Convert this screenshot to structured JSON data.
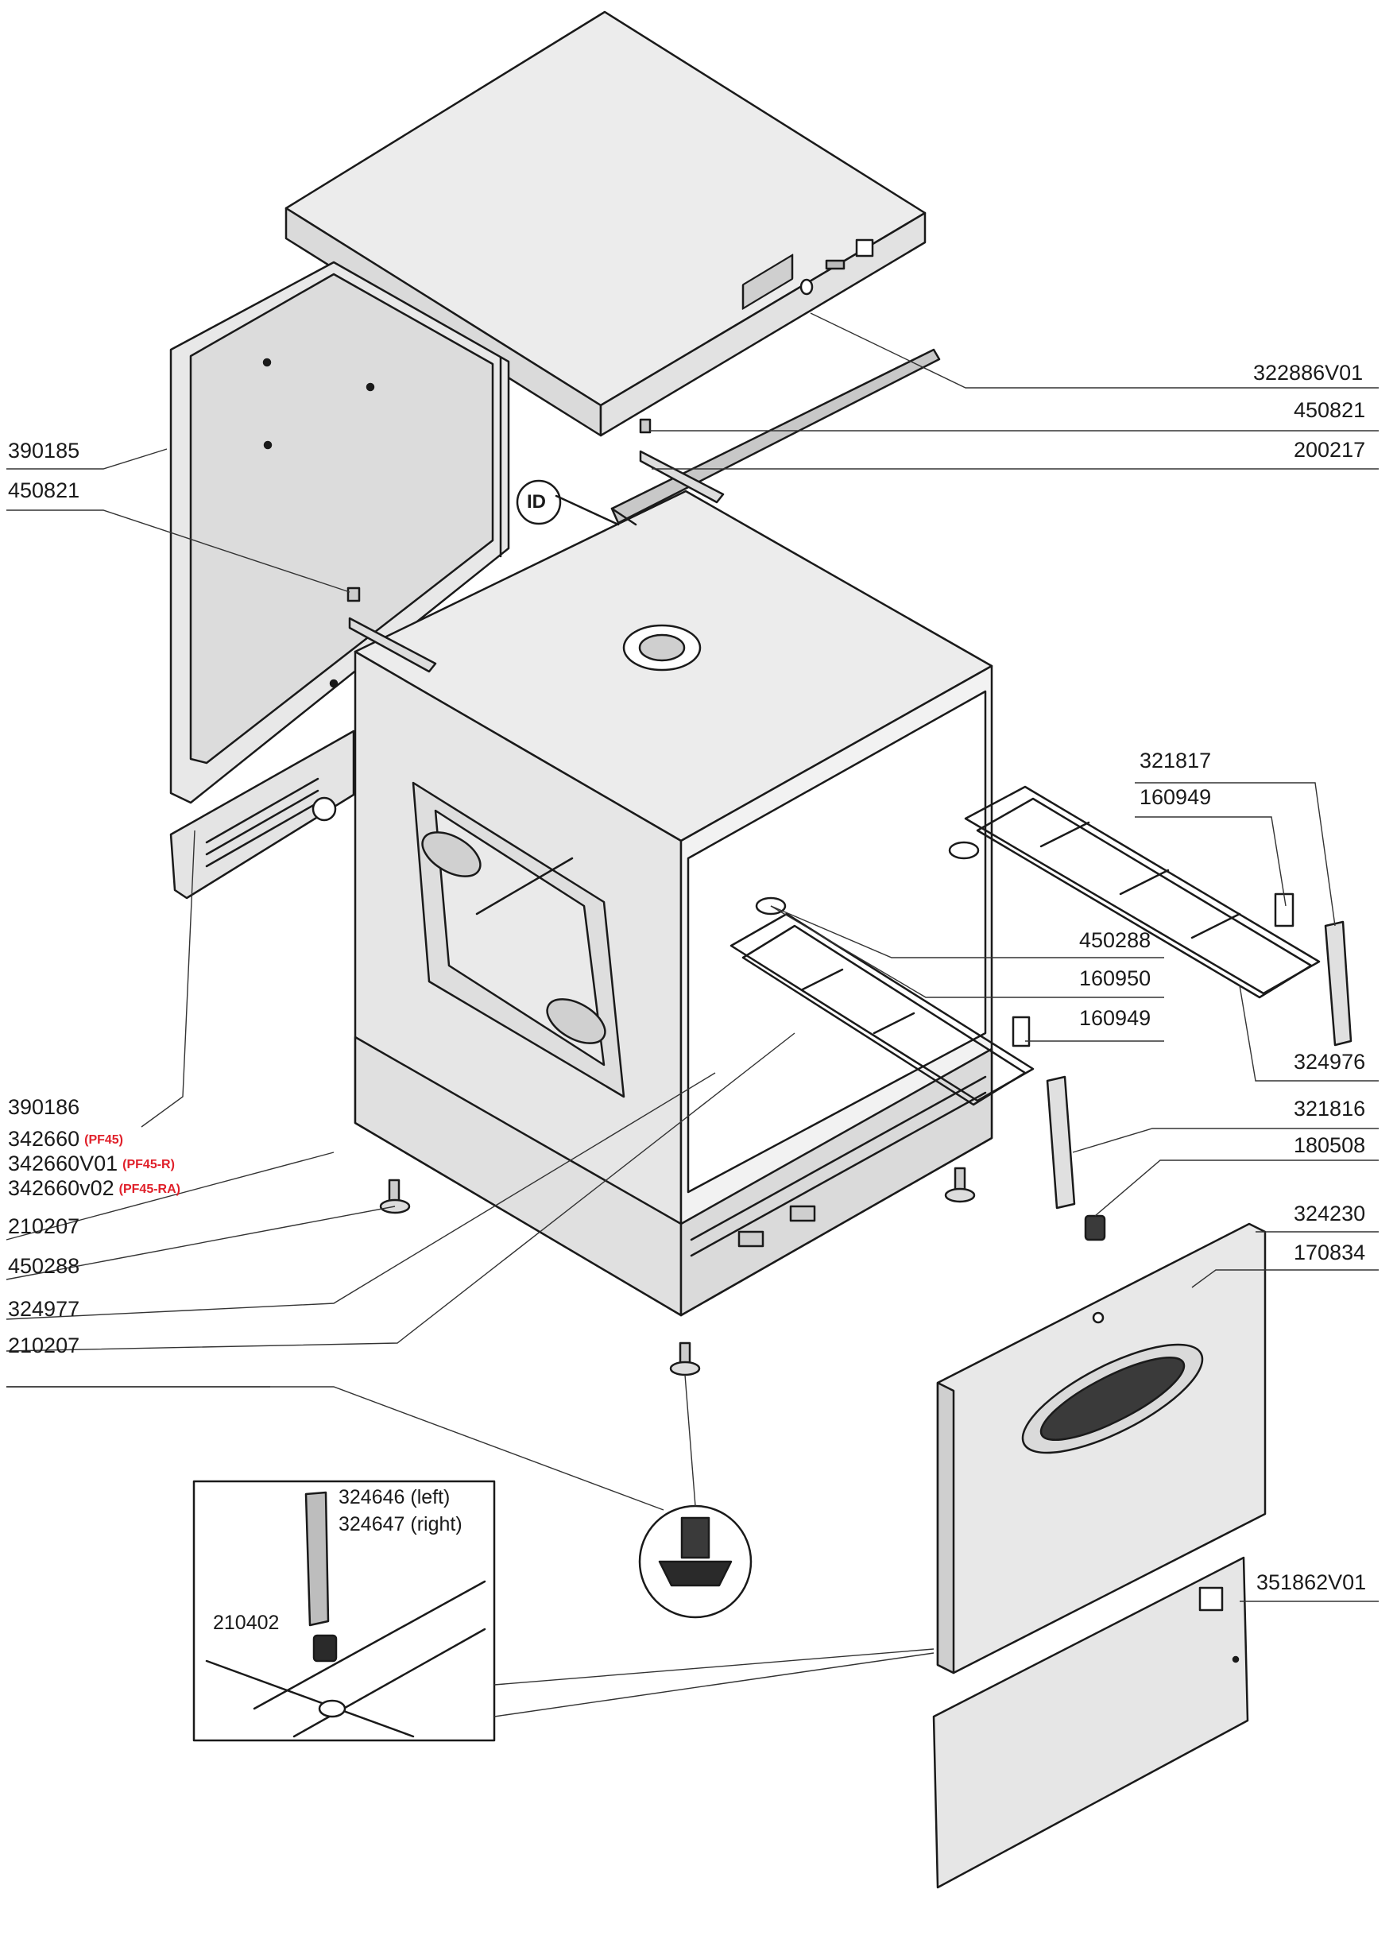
{
  "colors": {
    "line": "#1a1a1a",
    "panel_fill": "#ececec",
    "panel_shade": "#d6d6d6",
    "dark_part": "#3a3a3a",
    "variant_red": "#e0202a",
    "leader": "#333333"
  },
  "part_labels": {
    "p322886V01": "322886V01",
    "p450821_r": "450821",
    "p200217": "200217",
    "p390185": "390185",
    "p450821_l": "450821",
    "p321817": "321817",
    "p160949_a": "160949",
    "p450288_r": "450288",
    "p160950": "160950",
    "p160949_b": "160949",
    "p324976": "324976",
    "p321816": "321816",
    "p180508": "180508",
    "p324230": "324230",
    "p170834": "170834",
    "p390186": "390186",
    "p342660": "342660",
    "p342660V01": "342660V01",
    "p342660v02": "342660v02",
    "p210207_a": "210207",
    "p450288_l": "450288",
    "p324977": "324977",
    "p210207_b": "210207",
    "p324646": "324646 (left)",
    "p324647": "324647 (right)",
    "p210402": "210402",
    "p351862V01": "351862V01"
  },
  "variant_tags": {
    "pf45": "(PF45)",
    "pf45r": "(PF45-R)",
    "pf45ra": "(PF45-RA)"
  },
  "symbols": {
    "id_mark": "ID"
  },
  "icons": [
    "id-badge-icon",
    "adjustable-foot-icon"
  ]
}
